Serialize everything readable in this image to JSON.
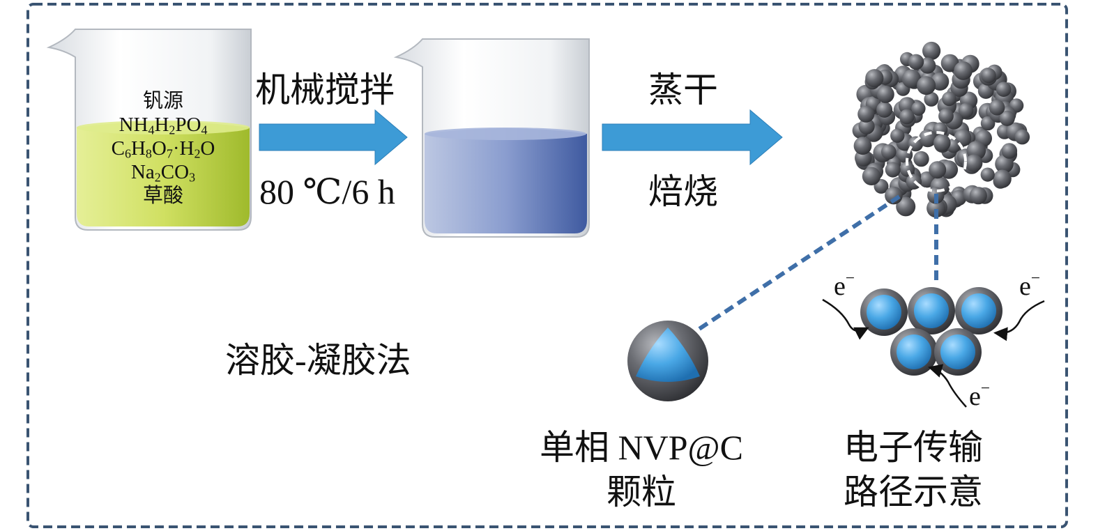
{
  "beaker1": {
    "lines": [
      [
        {
          "t": "钒源"
        }
      ],
      [
        {
          "t": "NH"
        },
        {
          "sub": "4"
        },
        {
          "t": "H"
        },
        {
          "sub": "2"
        },
        {
          "t": "PO"
        },
        {
          "sub": "4"
        }
      ],
      [
        {
          "t": "C"
        },
        {
          "sub": "6"
        },
        {
          "t": "H"
        },
        {
          "sub": "8"
        },
        {
          "t": "O"
        },
        {
          "sub": "7"
        },
        {
          "t": "·H"
        },
        {
          "sub": "2"
        },
        {
          "t": "O"
        }
      ],
      [
        {
          "t": "Na"
        },
        {
          "sub": "2"
        },
        {
          "t": "CO"
        },
        {
          "sub": "3"
        }
      ],
      [
        {
          "t": "草酸"
        }
      ]
    ]
  },
  "step1": {
    "top": "机械搅拌",
    "bottom": "80 ℃/6 h"
  },
  "step2": {
    "top": "蒸干",
    "bottom": "焙烧"
  },
  "method_label": "溶胶-凝胶法",
  "particle_label": [
    "单相 NVP@C",
    "颗粒"
  ],
  "electron_label": [
    "电子传输",
    "路径示意"
  ],
  "electron": {
    "base": "e",
    "sup": "−"
  },
  "colors": {
    "frame": "#3a5472",
    "arrow": "#3d9bd6",
    "beaker1_liquid": "#c4d94a",
    "beaker2_liquid": "#5a74b5",
    "sphere_gray": "#606268",
    "sphere_blue": "#4aa8e6",
    "connector": "#3f6fa8"
  }
}
